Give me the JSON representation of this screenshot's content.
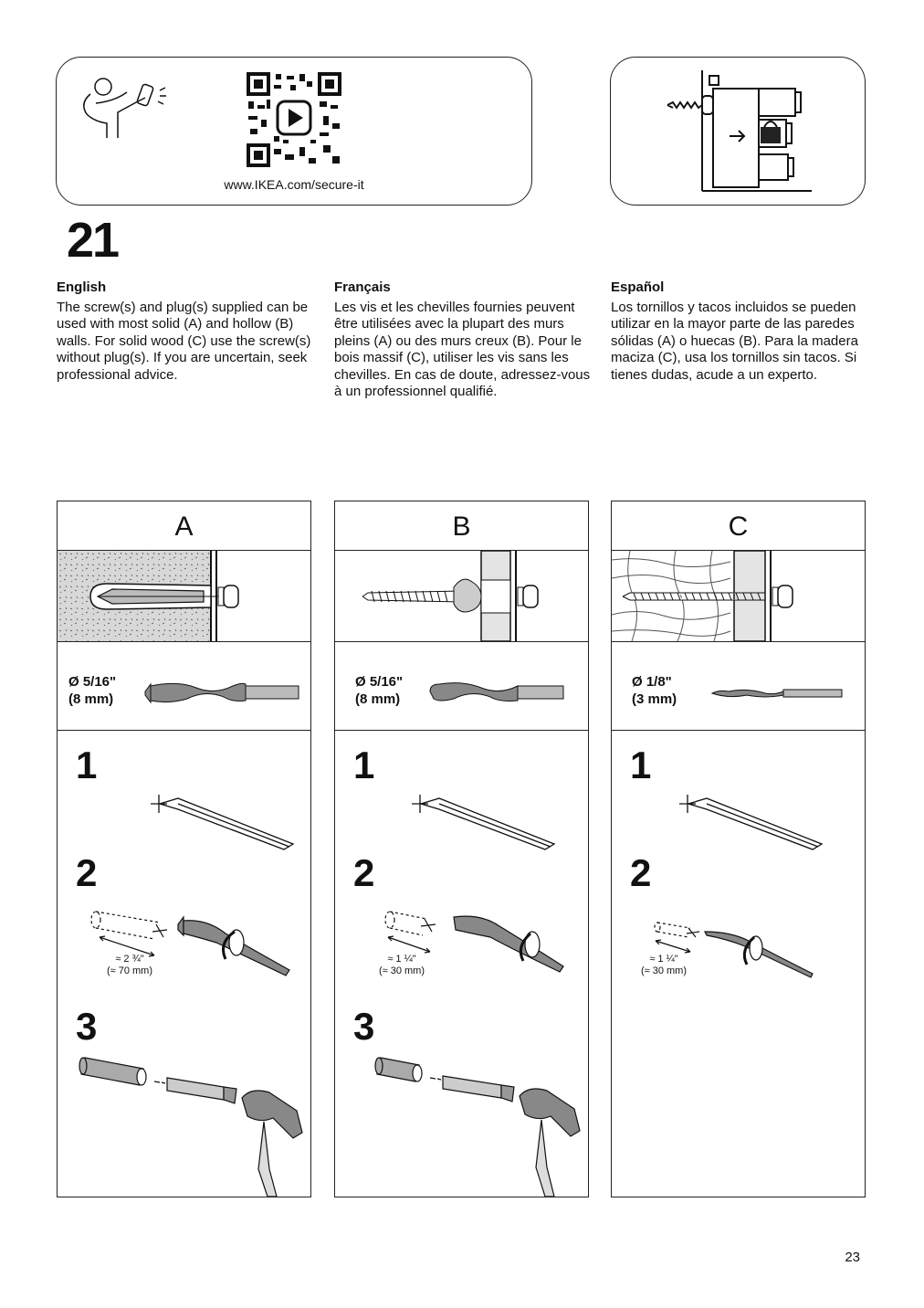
{
  "header": {
    "url": "www.IKEA.com/secure-it"
  },
  "step_number": "21",
  "languages": [
    {
      "name": "English",
      "text": "The screw(s) and plug(s) supplied can be used with most solid (A) and hollow (B) walls. For solid wood (C) use the screw(s) without plug(s). If you are uncertain, seek professional advice."
    },
    {
      "name": "Français",
      "text": "Les vis et les chevilles fournies peuvent être utilisées avec la plupart des murs pleins (A) ou des murs creux (B). Pour le bois massif (C), utiliser les vis sans les chevilles. En cas de doute, adressez-vous à un professionnel qualifié."
    },
    {
      "name": "Español",
      "text": "Los tornillos y tacos incluidos se pueden utilizar en la mayor parte de las paredes sólidas (A) o huecas (B). Para la madera maciza (C), usa los tornillos sin tacos. Si tienes dudas, acude a un experto."
    }
  ],
  "panels": [
    {
      "label": "A",
      "diameter_line1": "Ø 5/16\"",
      "diameter_line2": "(8 mm)",
      "steps": [
        "1",
        "2",
        "3"
      ],
      "depth_line1": "≈ 2 ¾\"",
      "depth_line2": "(≈ 70 mm)"
    },
    {
      "label": "B",
      "diameter_line1": "Ø 5/16\"",
      "diameter_line2": "(8 mm)",
      "steps": [
        "1",
        "2",
        "3"
      ],
      "depth_line1": "≈ 1 ¼\"",
      "depth_line2": "(≈ 30 mm)"
    },
    {
      "label": "C",
      "diameter_line1": "Ø 1/8\"",
      "diameter_line2": "(3 mm)",
      "steps": [
        "1",
        "2"
      ],
      "depth_line1": "≈ 1 ¼\"",
      "depth_line2": "(≈ 30 mm)"
    }
  ],
  "page_number": "23"
}
